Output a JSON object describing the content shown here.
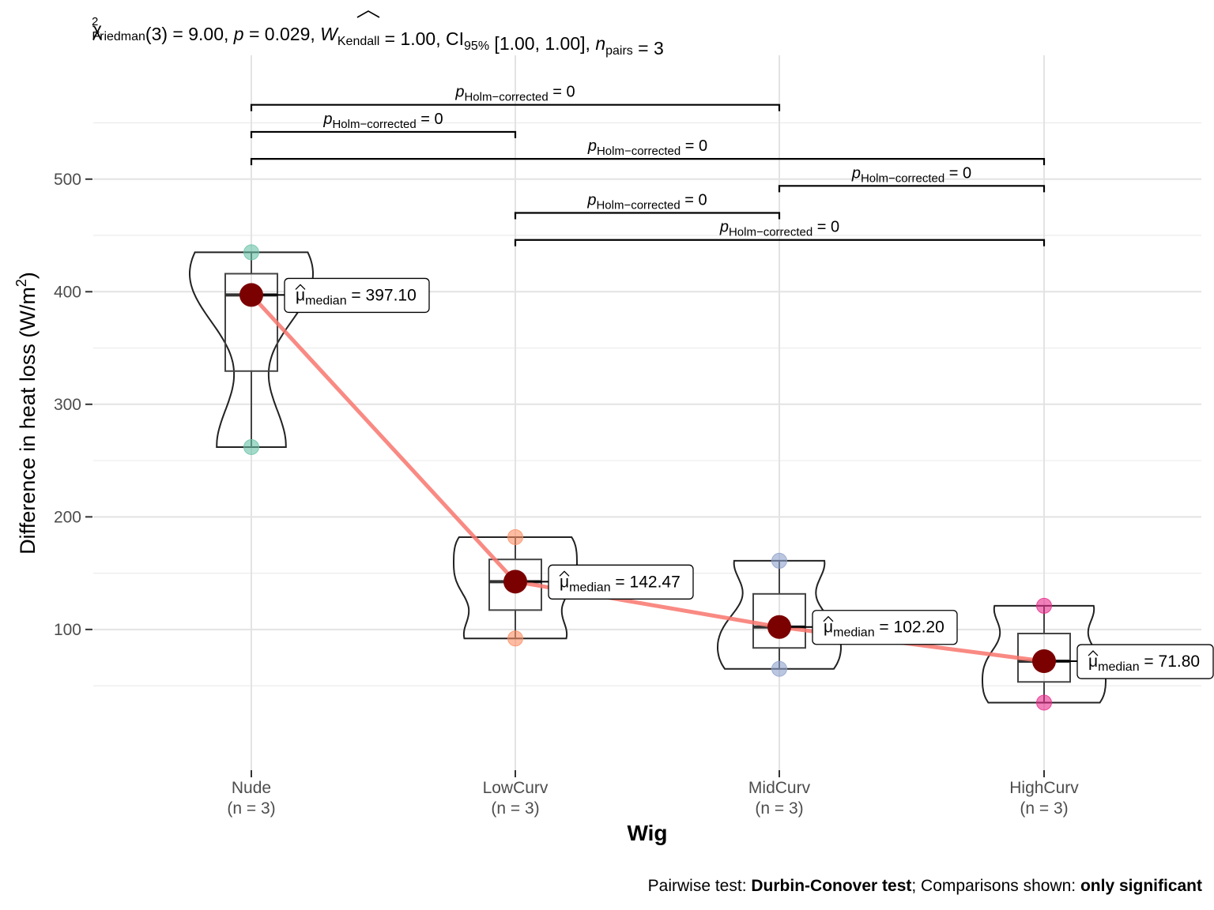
{
  "chart_data": {
    "type": "violin-box",
    "subtitle": {
      "parts": [
        {
          "t": "χ",
          "sup": "2",
          "sub": "Friedman"
        },
        {
          "t": "(3) = 9.00, "
        },
        {
          "t": "p",
          "italic": true
        },
        {
          "t": " = 0.029, "
        },
        {
          "t": "W",
          "italic": true,
          "hat": true,
          "sub": "Kendall"
        },
        {
          "t": " = 1.00, CI"
        },
        {
          "sub": "95%"
        },
        {
          "t": " [1.00, 1.00], "
        },
        {
          "t": "n",
          "italic": true,
          "sub": "pairs"
        },
        {
          "t": " = 3"
        }
      ]
    },
    "ylabel": {
      "text": "Difference in heat loss (W/m",
      "sup": "2",
      "close": ")"
    },
    "xlabel": "Wig",
    "caption": {
      "parts": [
        {
          "t": "Pairwise test: "
        },
        {
          "t": "Durbin-Conover test",
          "bold": true
        },
        {
          "t": "; Comparisons shown: "
        },
        {
          "t": "only significant",
          "bold": true
        }
      ]
    },
    "ylim": [
      -25,
      610
    ],
    "y_ticks": [
      100,
      200,
      300,
      400,
      500
    ],
    "grid": true,
    "categories": [
      {
        "name": "Nude",
        "n_label": "(n = 3)",
        "color": "#66C2A5",
        "points": [
          435,
          397.1,
          262
        ],
        "median": 397.1,
        "median_label": "397.10",
        "q1": 329.5,
        "q3": 416,
        "min": 262,
        "max": 435
      },
      {
        "name": "LowCurv",
        "n_label": "(n = 3)",
        "color": "#FC8D62",
        "points": [
          182,
          142.47,
          92
        ],
        "median": 142.47,
        "median_label": "142.47",
        "q1": 117.2,
        "q3": 162.2,
        "min": 92,
        "max": 182
      },
      {
        "name": "MidCurv",
        "n_label": "(n = 3)",
        "color": "#8DA0CB",
        "points": [
          161,
          102.2,
          65
        ],
        "median": 102.2,
        "median_label": "102.20",
        "q1": 83.6,
        "q3": 131.6,
        "min": 65,
        "max": 161
      },
      {
        "name": "HighCurv",
        "n_label": "(n = 3)",
        "color": "#E7298A",
        "points": [
          121,
          71.8,
          35
        ],
        "median": 71.8,
        "median_label": "71.80",
        "q1": 53.4,
        "q3": 96.4,
        "min": 35,
        "max": 121
      }
    ],
    "median_label_prefix": "μ",
    "median_label_sub": "median",
    "median_line_color": "#F8766D",
    "median_point_color": "#7B0000",
    "comparisons": [
      {
        "from": 0,
        "to": 2,
        "y": 566,
        "label_p": "p",
        "label_sub": "Holm−corrected",
        "label_val": " = 0"
      },
      {
        "from": 0,
        "to": 1,
        "y": 542,
        "label_p": "p",
        "label_sub": "Holm−corrected",
        "label_val": " = 0"
      },
      {
        "from": 0,
        "to": 3,
        "y": 518,
        "label_p": "p",
        "label_sub": "Holm−corrected",
        "label_val": " = 0"
      },
      {
        "from": 2,
        "to": 3,
        "y": 494,
        "label_p": "p",
        "label_sub": "Holm−corrected",
        "label_val": " = 0"
      },
      {
        "from": 1,
        "to": 2,
        "y": 470,
        "label_p": "p",
        "label_sub": "Holm−corrected",
        "label_val": " = 0"
      },
      {
        "from": 1,
        "to": 3,
        "y": 446,
        "label_p": "p",
        "label_sub": "Holm−corrected",
        "label_val": " = 0"
      }
    ]
  }
}
